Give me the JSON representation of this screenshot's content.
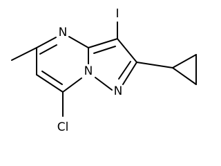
{
  "molecule": {
    "atoms": {
      "iodine": "I",
      "ring_nitrogen_top": "N",
      "ring_nitrogen_bridge": "N",
      "ring_nitrogen_right": "N",
      "chlorine": "Cl"
    }
  }
}
